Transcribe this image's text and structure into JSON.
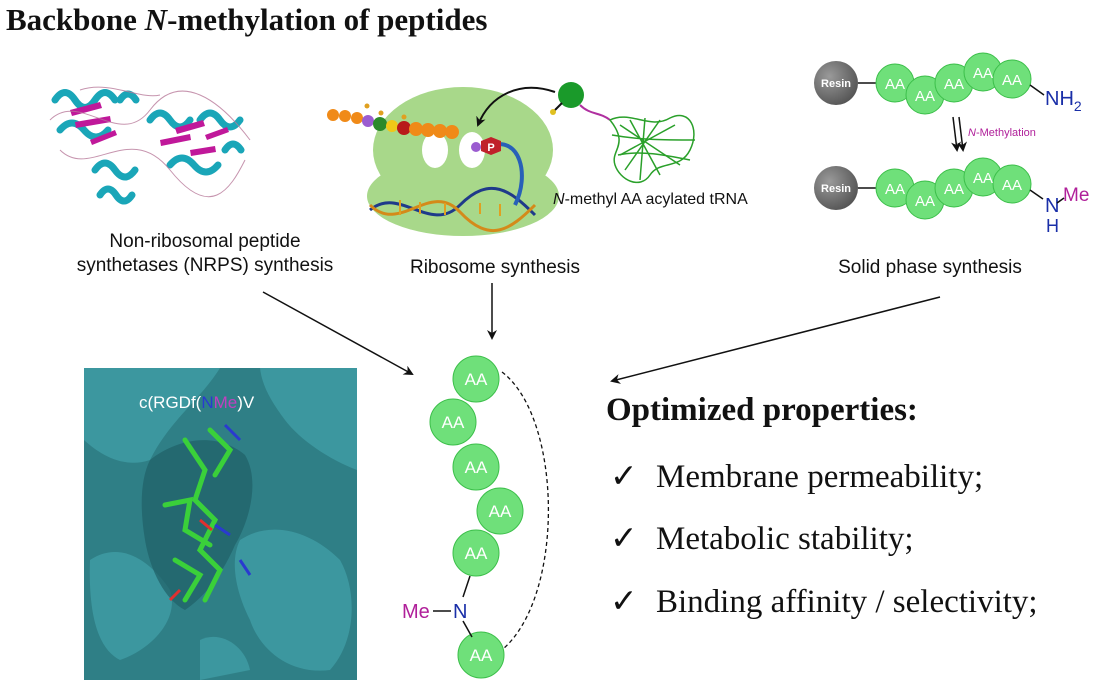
{
  "title": {
    "prefix": "Backbone ",
    "italic": "N",
    "suffix": "-methylation of peptides"
  },
  "nrps": {
    "caption_line1": "Non-ribosomal peptide",
    "caption_line2": "synthetases (NRPS) synthesis"
  },
  "ribosome": {
    "caption": "Ribosome synthesis",
    "p_label": "P",
    "trna_italic": "N",
    "trna_rest": "-methyl AA acylated tRNA"
  },
  "solid_phase": {
    "caption": "Solid phase synthesis",
    "resin_label": "Resin",
    "aa_label": "AA",
    "nh2_N": "NH",
    "nh2_sub": "2",
    "methylation_italic": "N",
    "methylation_rest": "-Methylation",
    "n_label": "N",
    "h_label": "H",
    "me_label": "Me"
  },
  "structure": {
    "label_prefix": "c(RGDf(",
    "label_n": "N",
    "label_me": "Me",
    "label_suffix": ")V"
  },
  "peptide": {
    "aa_label": "AA",
    "me_label": "Me",
    "n_label": "N"
  },
  "properties": {
    "heading": "Optimized properties:",
    "check": "✓",
    "items": [
      "Membrane permeability;",
      "Metabolic stability;",
      "Binding affinity / selectivity;"
    ]
  },
  "colors": {
    "aa_green": "#6fe07a",
    "aa_stroke": "#3cbf4a",
    "resin_gray": "#6d6d6d",
    "nitrogen_blue": "#1a2fa8",
    "methyl_magenta": "#b0209a",
    "protein_cyan": "#1aa6b8",
    "protein_magenta": "#c0189a",
    "ribosome_green": "#a8d88a",
    "surface_teal": "#2f7f86"
  }
}
